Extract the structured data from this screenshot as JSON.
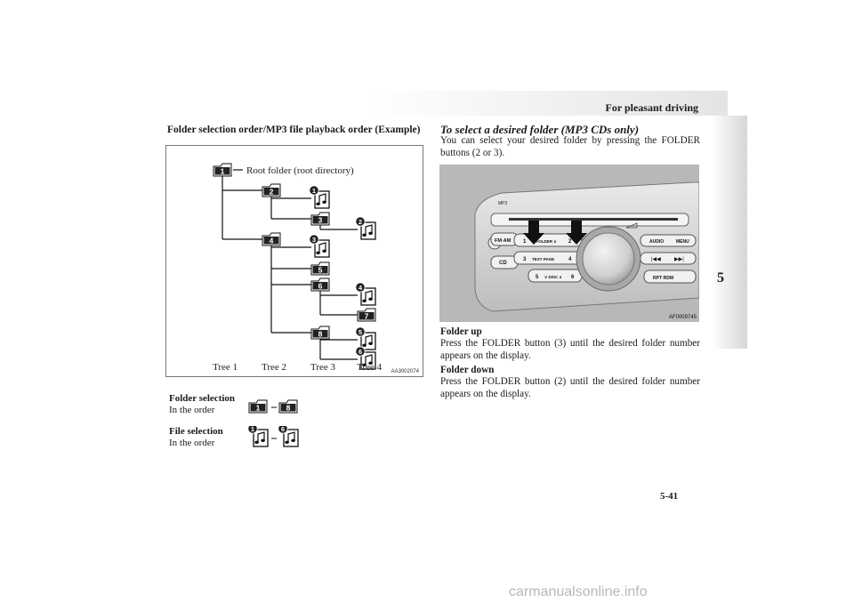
{
  "header": {
    "title": "For pleasant driving"
  },
  "side_tab": {
    "chapter": "5"
  },
  "left": {
    "heading": "Folder selection order/MP3 file playback order (Example)",
    "figure": {
      "root_label": "Root folder (root directory)",
      "folders": [
        "1",
        "2",
        "3",
        "4",
        "5",
        "6",
        "7",
        "8"
      ],
      "files": [
        "1",
        "2",
        "3",
        "4",
        "5",
        "6"
      ],
      "trees": [
        "Tree 1",
        "Tree 2",
        "Tree 3",
        "Tree 4"
      ],
      "code": "AA3002074"
    },
    "folder_selection": {
      "title": "Folder selection",
      "subtitle": "In the order",
      "from": "1",
      "to": "8"
    },
    "file_selection": {
      "title": "File selection",
      "subtitle": "In the order",
      "from": "1",
      "to": "6"
    }
  },
  "right": {
    "heading": "To select a desired folder (MP3 CDs only)",
    "intro": "You can select your desired folder by pressing the FOLDER buttons (2 or 3).",
    "photo": {
      "code": "AF0009745",
      "labels": {
        "mp3": "MP3",
        "fm_am": "FM·AM",
        "cd": "CD",
        "btn1": "1",
        "folder": "∨ FOLDER ∧",
        "btn2": "2",
        "btn3": "3",
        "text_page": "TEXT PAGE",
        "btn4": "4",
        "btn5": "5",
        "disc": "∨ DISC ∧",
        "btn6": "6",
        "audio": "AUDIO",
        "menu": "MENU",
        "rpt_rdm": "RPT·RDM"
      }
    },
    "folder_up": {
      "title": "Folder up",
      "text": "Press the FOLDER button (3) until the desired folder number appears on the display."
    },
    "folder_down": {
      "title": "Folder down",
      "text": "Press the FOLDER button (2) until the desired folder number appears on the display."
    }
  },
  "footer": {
    "page_number": "5-41",
    "watermark": "carmanualsonline.info"
  }
}
